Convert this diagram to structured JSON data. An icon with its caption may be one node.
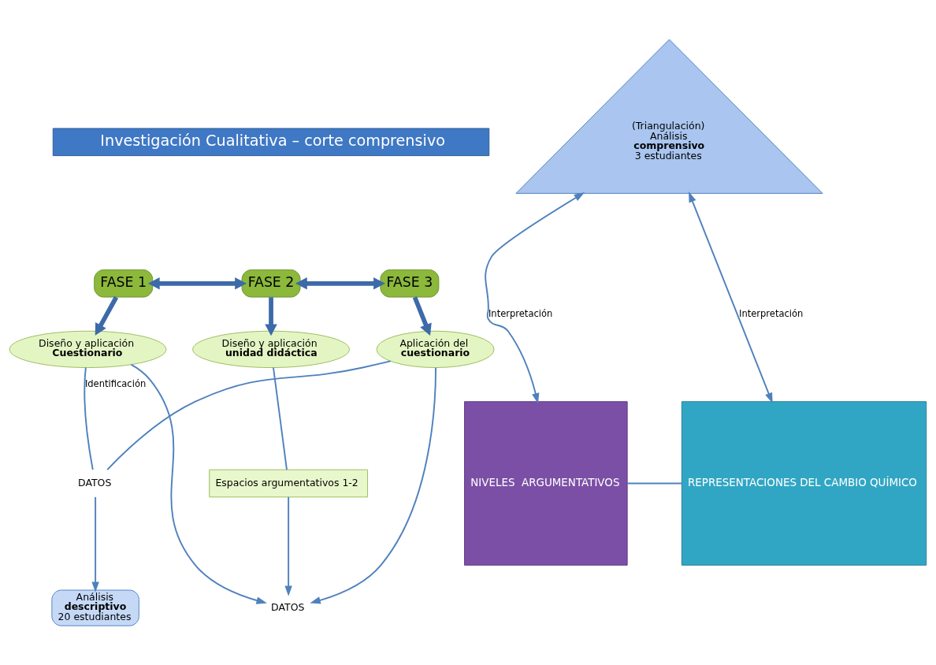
{
  "diagram": {
    "nodes": [
      {
        "text": [
          "Investigación Cualitativa – corte comprensivo"
        ]
      },
      {
        "text": [
          "NIVELES  ARGUMENTATIVOS"
        ]
      },
      {
        "text": [
          "FASE 1"
        ]
      },
      {
        "text": [
          "FASE 2"
        ]
      },
      {
        "text": [
          "FASE 3"
        ]
      },
      {
        "text": [
          "REPRESENTACIONES DEL CAMBIO QUÍMICO"
        ]
      },
      {
        "text": [
          "Diseño y aplicación **Cuestionario**"
        ]
      },
      {
        "text": [
          "Diseño y aplicación **unidad didáctica**"
        ]
      },
      {
        "text": [
          "Aplicación del **cuestionario**"
        ]
      },
      {
        "text": [
          "Espacios argumentativos 1-2"
        ]
      },
      {
        "text": [
          "DATOS"
        ]
      },
      {
        "text": [
          "Análisis **descriptivo** 20 estudiantes"
        ]
      },
      {
        "text": [
          "DATOS"
        ]
      },
      {
        "text": [
          "(Triangulación)",
          "Análisis **comprensivo** 3 estudiantes"
        ]
      }
    ],
    "edges": [
      {
        "from": 2,
        "to": 3,
        "arrow": "both",
        "style": "thick"
      },
      {
        "from": 3,
        "to": 4,
        "arrow": "both",
        "style": "thick"
      },
      {
        "from": 2,
        "to": 6,
        "arrow": "to",
        "style": "thick"
      },
      {
        "from": 3,
        "to": 7,
        "arrow": "to",
        "style": "thick"
      },
      {
        "from": 4,
        "to": 8,
        "arrow": "to",
        "style": "thick"
      },
      {
        "from": 1,
        "to": 5,
        "arrow": "none"
      },
      {
        "from": 7,
        "to": 9,
        "arrow": "none"
      },
      {
        "from": 6,
        "to": 10,
        "arrow": "none",
        "label": "Identificación"
      },
      {
        "from": 8,
        "to": 10,
        "arrow": "none"
      },
      {
        "from": 10,
        "to": 11,
        "arrow": "to"
      },
      {
        "from": 6,
        "to": 12,
        "arrow": "to"
      },
      {
        "from": 9,
        "to": 12,
        "arrow": "to"
      },
      {
        "from": 8,
        "to": 12,
        "arrow": "to"
      },
      {
        "from": 13,
        "to": 1,
        "arrow": "both",
        "label": "Interpretación"
      },
      {
        "from": 13,
        "to": 5,
        "arrow": "both",
        "label": "Interpretación"
      }
    ]
  }
}
